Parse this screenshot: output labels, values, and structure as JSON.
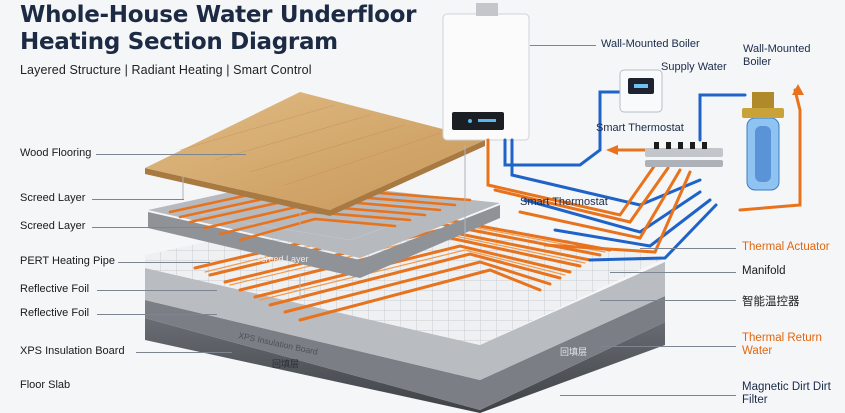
{
  "title": "Whole-House Water Underfloor Heating Section Diagram",
  "subtitle": "Layered Structure | Radiant Heating | Smart Control",
  "left_labels": {
    "wood_flooring": "Wood Flooring",
    "screed_layer_1": "Screed Layer",
    "screed_layer_2": "Screed Layer",
    "pert_pipe": "PERT Heating Pipe",
    "reflective_foil_1": "Reflective Foil",
    "reflective_foil_2": "Reflective Foil",
    "xps_board": "XPS Insulation Board",
    "floor_slab": "Floor Slab"
  },
  "right_labels": {
    "boiler_1": "Wall-Mounted Boiler",
    "boiler_2": "Wall-Mounted Boiler",
    "supply_water": "Supply Water",
    "smart_thermostat_1": "Smart Thermostat",
    "smart_thermostat_2": "Smart Thermostat",
    "thermal_actuator": "Thermal Actuator",
    "manifold": "Manifold",
    "smart_control_cn": "智能温控器",
    "thermal_return": "Thermal Return Water",
    "dirt_filter": "Magnetic Dirt Dirt Filter"
  },
  "in_diagram": {
    "screed": "Screed Layer",
    "xps": "XPS Insulation Board",
    "backfill_cn_1": "回填层",
    "backfill_cn_2": "回填层"
  },
  "colors": {
    "title": "#1c2a44",
    "supply_pipe": "#1f63c9",
    "return_pipe": "#e8731c",
    "wood": "#d2a76c",
    "screed": "#a6a9ad",
    "slab": "#53575c"
  }
}
